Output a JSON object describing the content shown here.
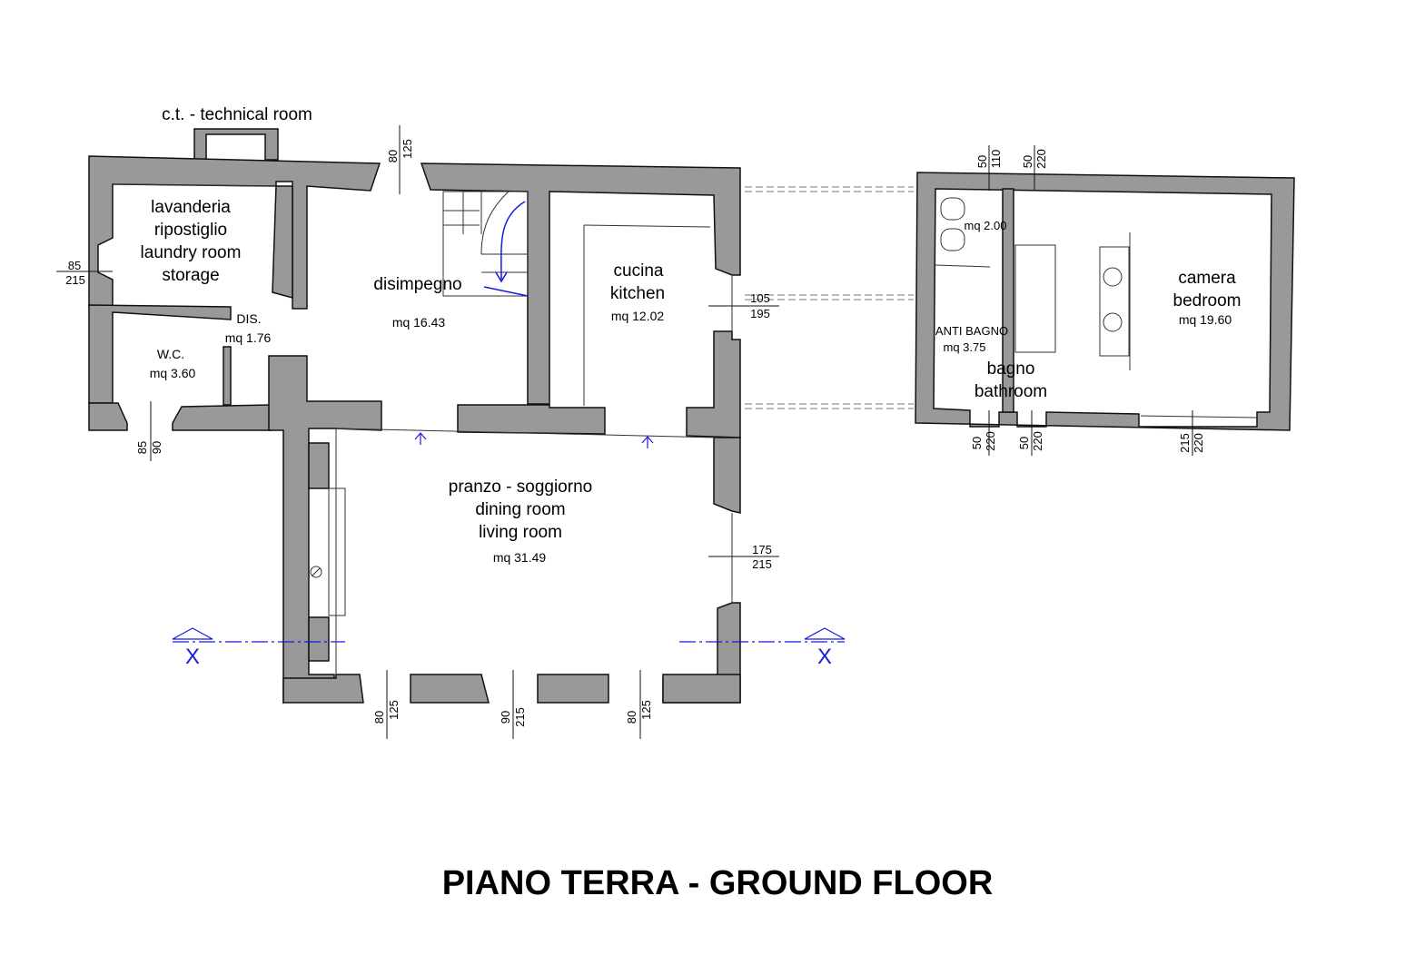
{
  "plan": {
    "title": "PIANO TERRA - GROUND FLOOR",
    "colors": {
      "wall": "#999999",
      "wall_stroke": "#111111",
      "annotation_blue": "#1a1adb"
    },
    "rooms": {
      "technical": {
        "name": "c.t. - technical room"
      },
      "laundry": {
        "lines": [
          "lavanderia",
          "ripostiglio",
          "laundry room",
          "storage"
        ]
      },
      "dis": {
        "name": "DIS.",
        "area": "mq 1.76"
      },
      "wc": {
        "name": "W.C.",
        "area": "mq 3.60"
      },
      "hall": {
        "name": "disimpegno",
        "area": "mq 16.43"
      },
      "kitchen": {
        "lines": [
          "cucina",
          "kitchen"
        ],
        "area": "mq 12.02"
      },
      "living": {
        "lines": [
          "pranzo - soggiorno",
          "dining room",
          "living room"
        ],
        "area": "mq 31.49"
      },
      "antibagno": {
        "name": "ANTI BAGNO",
        "area": "mq 3.75"
      },
      "wc_annex": {
        "area": "mq 2.00"
      },
      "bathroom": {
        "lines": [
          "bagno",
          "bathroom"
        ]
      },
      "bedroom": {
        "lines": [
          "camera",
          "bedroom"
        ],
        "area": "mq 19.60"
      }
    },
    "dimensions": {
      "top_door": [
        "80",
        "125"
      ],
      "left_window": [
        "85",
        "215"
      ],
      "wc_window": [
        "85",
        "90"
      ],
      "kitchen_window": [
        "105",
        "195"
      ],
      "living_side_window": [
        "175",
        "215"
      ],
      "bottom_left_window": [
        "80",
        "125"
      ],
      "bottom_center_door": [
        "90",
        "215"
      ],
      "bottom_right_window": [
        "80",
        "125"
      ],
      "annex_top_1": [
        "50",
        "110"
      ],
      "annex_top_2": [
        "50",
        "220"
      ],
      "annex_bottom_1": [
        "50",
        "220"
      ],
      "annex_bottom_2": [
        "50",
        "220"
      ],
      "annex_bottom_3": [
        "215",
        "220"
      ]
    },
    "section_marks": {
      "left": "X",
      "right": "X"
    }
  }
}
